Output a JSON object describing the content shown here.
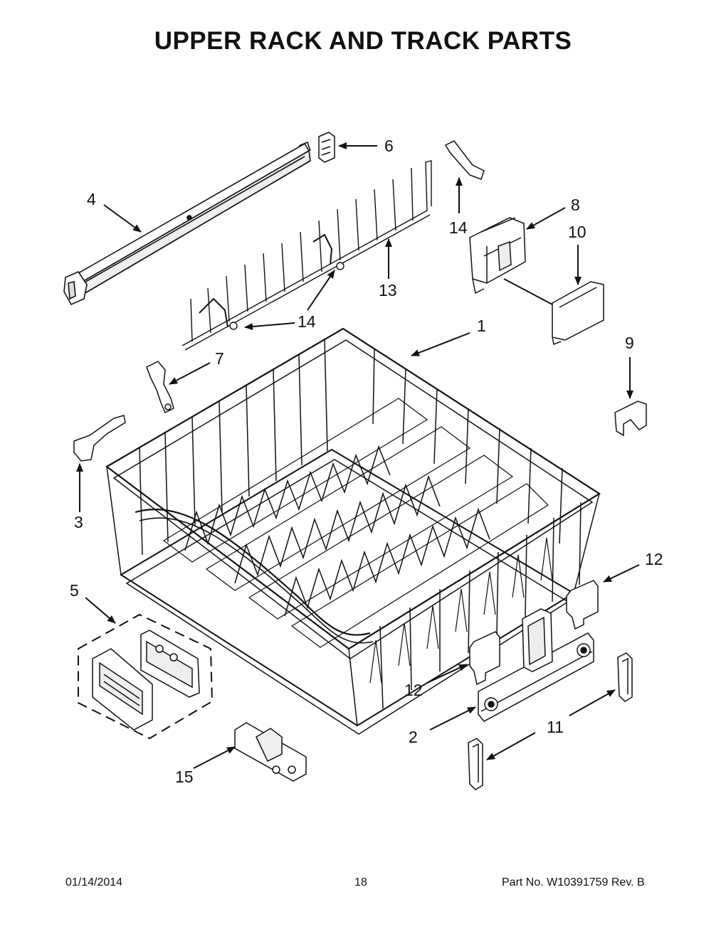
{
  "page": {
    "title": "UPPER RACK AND TRACK PARTS"
  },
  "callouts": {
    "c1": "1",
    "c2": "2",
    "c3": "3",
    "c4": "4",
    "c5": "5",
    "c6": "6",
    "c7": "7",
    "c8": "8",
    "c9": "9",
    "c10": "10",
    "c11": "11",
    "c12a": "12",
    "c12b": "12",
    "c13": "13",
    "c14a": "14",
    "c14b": "14",
    "c15": "15"
  },
  "footer": {
    "date": "01/14/2014",
    "page_number": "18",
    "part_number": "Part No.  W10391759  Rev. B"
  }
}
